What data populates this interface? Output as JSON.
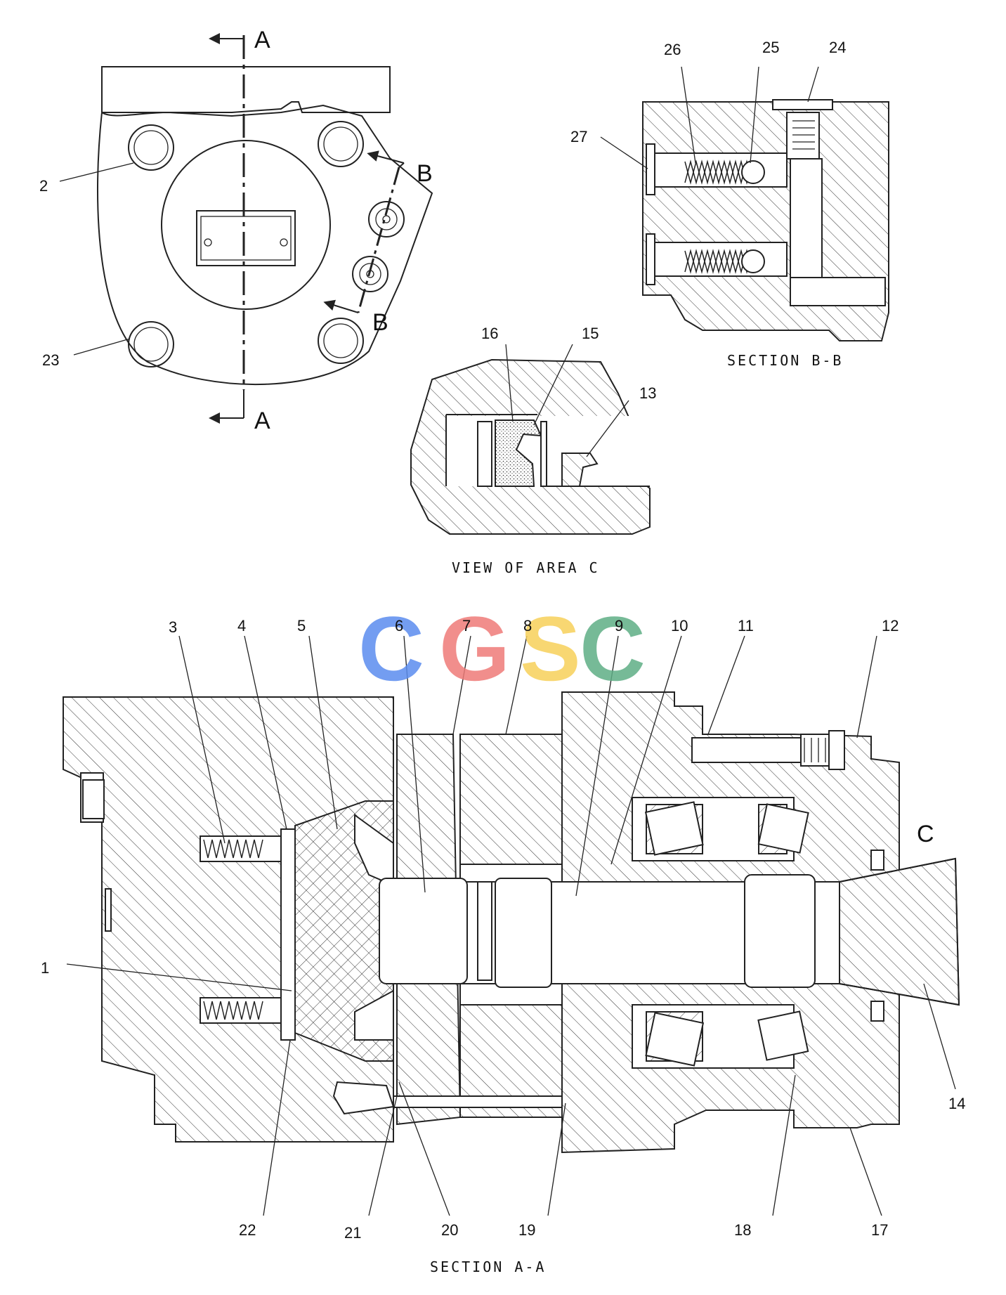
{
  "callouts": {
    "c1": "1",
    "c2": "2",
    "c3": "3",
    "c4": "4",
    "c5": "5",
    "c6": "6",
    "c7": "7",
    "c8": "8",
    "c9": "9",
    "c10": "10",
    "c11": "11",
    "c12": "12",
    "c13": "13",
    "c14": "14",
    "c15": "15",
    "c16": "16",
    "c17": "17",
    "c18": "18",
    "c19": "19",
    "c20": "20",
    "c21": "21",
    "c22": "22",
    "c23": "23",
    "c24": "24",
    "c25": "25",
    "c26": "26",
    "c27": "27"
  },
  "section_markers": {
    "a_top": "A",
    "a_bottom": "A",
    "b_top": "B",
    "b_bottom": "B",
    "c": "C"
  },
  "captions": {
    "section_bb": "SECTION B-B",
    "view_area_c": "VIEW OF AREA C",
    "section_aa": "SECTION A-A"
  },
  "watermark": {
    "letters": [
      "C",
      "G",
      "S",
      "C"
    ],
    "colors": [
      "#5b8def",
      "#ef7b78",
      "#f7d15a",
      "#5fae86"
    ]
  },
  "colors": {
    "line": "#222222",
    "background": "#ffffff"
  }
}
